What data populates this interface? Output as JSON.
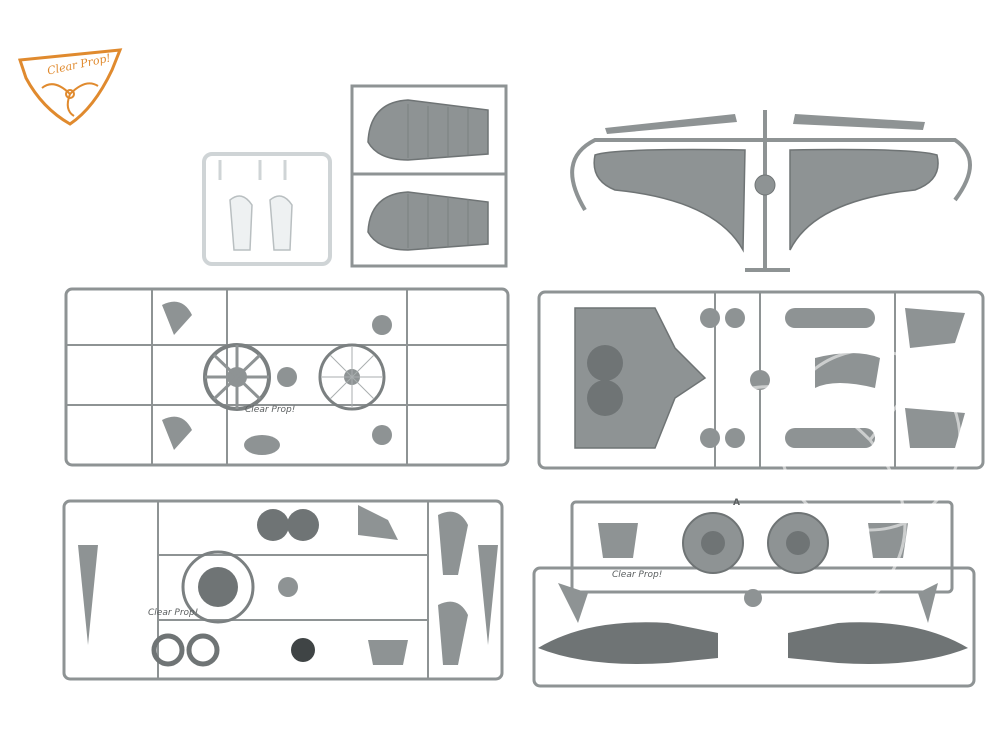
{
  "brand": {
    "logo_text": "Clear Prop!",
    "sprue_marking": "Clear Prop!"
  },
  "sprue_letters": {
    "engine_sprue": "A"
  },
  "colors": {
    "plastic_grey": "#8e9394",
    "plastic_dark": "#6f7475",
    "plastic_light": "#a9aeaf",
    "clear_part": "#dfe3e5",
    "logo_orange": "#e08a2e",
    "background": "#ffffff"
  }
}
